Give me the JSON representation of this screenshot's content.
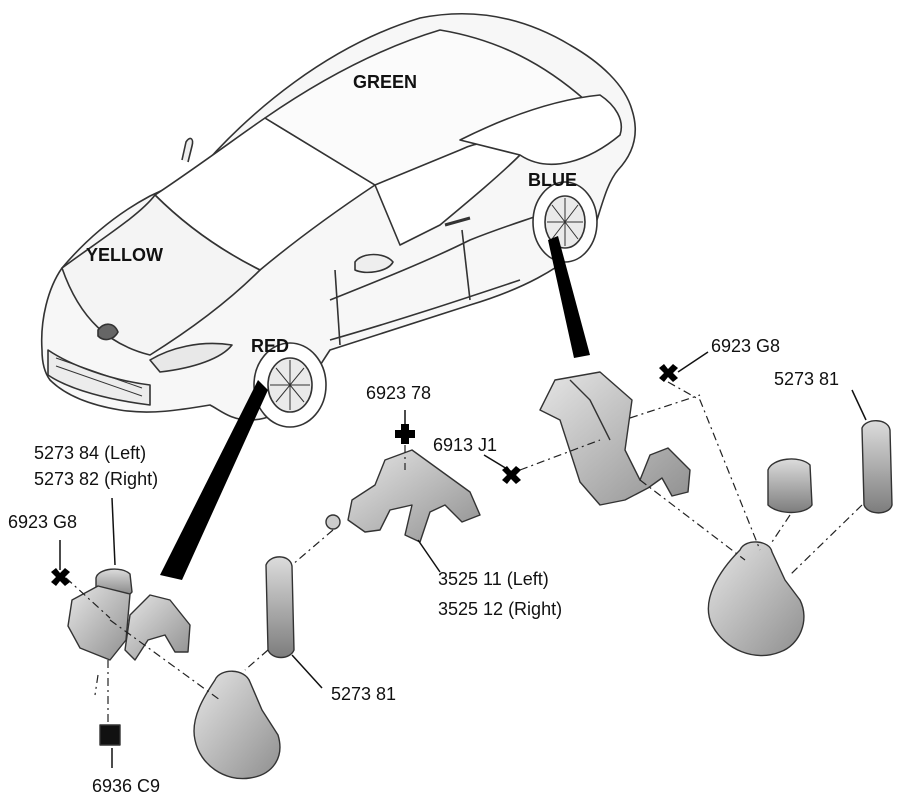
{
  "zones": {
    "green": "GREEN",
    "blue": "BLUE",
    "yellow": "YELLOW",
    "red": "RED"
  },
  "parts": {
    "top_right_g8": "6923 G8",
    "top_right_81": "5273 81",
    "p_692378": "6923 78",
    "p_6913j1": "6913 J1",
    "left_84": "5273 84 (Left)",
    "left_82": "5273 82 (Right)",
    "left_g8": "6923 G8",
    "p_352511": "3525 11 (Left)",
    "p_352512": "3525 12 (Right)",
    "bottom_81": "5273 81",
    "p_6936c9": "6936 C9"
  },
  "colors": {
    "line": "#1a1a1a",
    "part_fill": "#d4d4d4",
    "part_dark": "#9a9a9a",
    "car_fill": "#f7f7f7"
  }
}
